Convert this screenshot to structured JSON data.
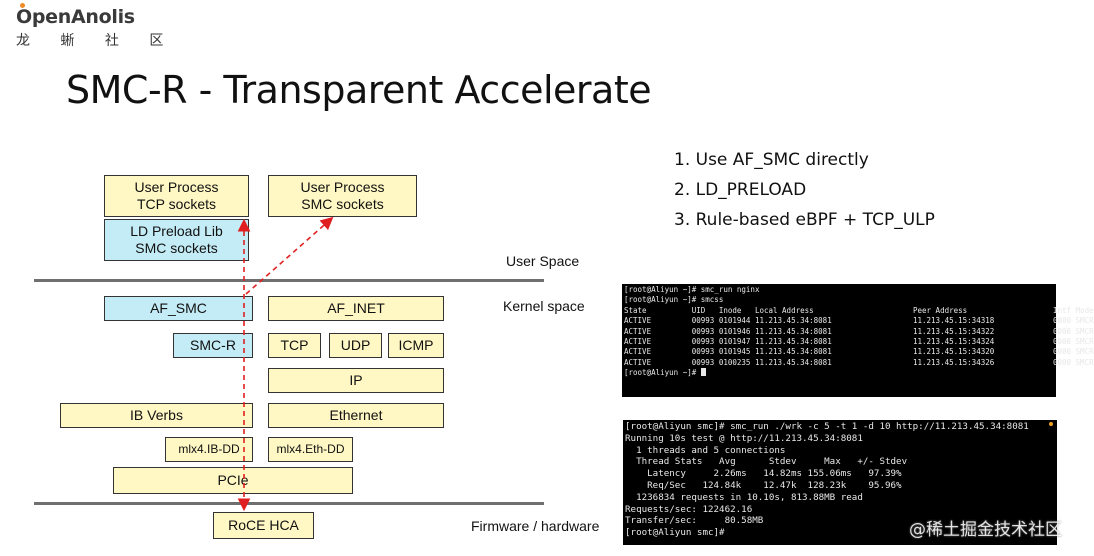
{
  "logo": {
    "name_pre": "O",
    "name_post": "penAnolis",
    "subtitle": "龙 蜥 社 区"
  },
  "title": "SMC-R - Transparent Accelerate",
  "diagram": {
    "user_process_tcp": "User Process\nTCP sockets",
    "user_process_smc": "User Process\nSMC sockets",
    "ld_preload": "LD Preload Lib\nSMC sockets",
    "af_smc": "AF_SMC",
    "af_inet": "AF_INET",
    "smc_r": "SMC-R",
    "tcp": "TCP",
    "udp": "UDP",
    "icmp": "ICMP",
    "ip": "IP",
    "ib_verbs": "IB Verbs",
    "ethernet": "Ethernet",
    "mlx4_ib": "mlx4.IB-DD",
    "mlx4_eth": "mlx4.Eth-DD",
    "pcie": "PCIe",
    "roce_hca": "RoCE HCA",
    "layer_user": "User Space",
    "layer_kernel": "Kernel space",
    "layer_firmware": "Firmware / hardware",
    "colors": {
      "yellow": "#fff8c4",
      "cyan": "#c4ecf6",
      "arrow": "#e02020"
    }
  },
  "steps": [
    "1. Use AF_SMC directly",
    "2. LD_PRELOAD",
    "3. Rule-based eBPF + TCP_ULP"
  ],
  "terminal1": [
    "[root@Aliyun ~]# smc_run nginx",
    "[root@Aliyun ~]# smcss",
    "State          UID   Inode   Local Address                      Peer Address                   Intf Mode",
    "ACTIVE         00993 0101944 11.213.45.34:8081                  11.213.45.15:34318             0000 SMCR",
    "ACTIVE         00993 0101946 11.213.45.34:8081                  11.213.45.15:34322             0000 SMCR",
    "ACTIVE         00993 0101947 11.213.45.34:8081                  11.213.45.15:34324             0000 SMCR",
    "ACTIVE         00993 0101945 11.213.45.34:8081                  11.213.45.15:34320             0000 SMCR",
    "ACTIVE         00993 0100235 11.213.45.34:8081                  11.213.45.15:34326             0000 SMCR",
    "[root@Aliyun ~]# "
  ],
  "terminal2": [
    "[root@Aliyun smc]# smc_run ./wrk -c 5 -t 1 -d 10 http://11.213.45.34:8081",
    "Running 10s test @ http://11.213.45.34:8081",
    "  1 threads and 5 connections",
    "  Thread Stats   Avg      Stdev     Max   +/- Stdev",
    "    Latency     2.26ms   14.82ms 155.06ms   97.39%",
    "    Req/Sec   124.84k    12.47k  128.23k    95.96%",
    "  1236834 requests in 10.10s, 813.88MB read",
    "Requests/sec: 122462.16",
    "Transfer/sec:     80.58MB",
    "[root@Aliyun smc]#"
  ],
  "watermark": "@稀土掘金技术社区"
}
